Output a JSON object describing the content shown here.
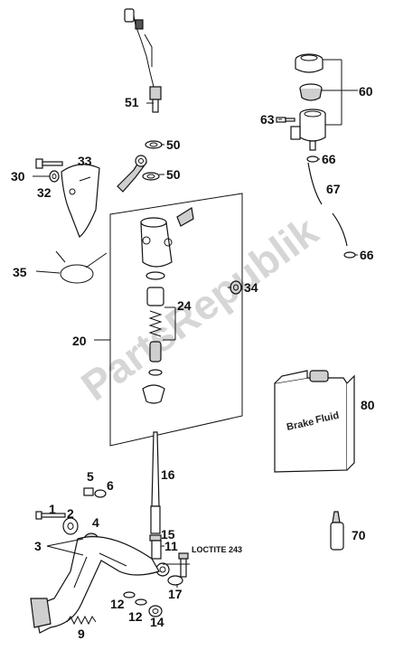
{
  "watermark": "PartsRepublik",
  "labels": {
    "p1": "1",
    "p2": "2",
    "p3": "3",
    "p4": "4",
    "p5": "5",
    "p6": "6",
    "p9": "9",
    "p11": "11",
    "p12a": "12",
    "p12b": "12",
    "p14": "14",
    "p15": "15",
    "p16": "16",
    "p17": "17",
    "p20": "20",
    "p24": "24",
    "p30": "30",
    "p32": "32",
    "p33": "33",
    "p34": "34",
    "p35": "35",
    "p50a": "50",
    "p50b": "50",
    "p51": "51",
    "p60": "60",
    "p63": "63",
    "p66a": "66",
    "p66b": "66",
    "p67": "67",
    "p70": "70",
    "p80": "80"
  },
  "annotations": {
    "loctite": "LOCTITE 243",
    "can_text_line1": "Brake",
    "can_text_line2": "Fluid"
  },
  "colors": {
    "lines": "#111111",
    "watermark": "#d6d6d6",
    "background": "#ffffff"
  }
}
